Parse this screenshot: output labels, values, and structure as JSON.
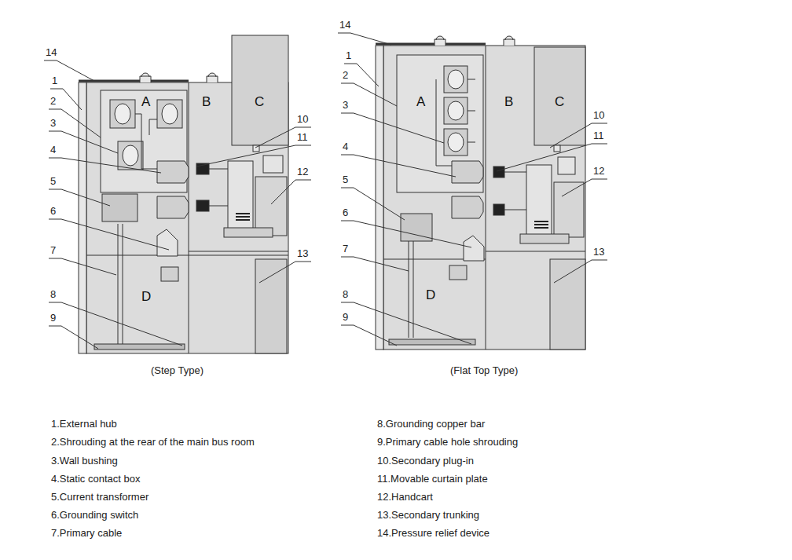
{
  "diagram": {
    "labels": [
      "14",
      "1",
      "2",
      "3",
      "4",
      "5",
      "6",
      "7",
      "8",
      "9",
      "A",
      "B",
      "C",
      "D",
      "10",
      "11",
      "12",
      "13",
      "(Step Type)",
      "14",
      "1",
      "2",
      "3",
      "4",
      "5",
      "6",
      "7",
      "8",
      "9",
      "A",
      "B",
      "C",
      "D",
      "10",
      "11",
      "12",
      "13",
      "(Flat Top Type)",
      "1.External hub",
      "2.Shrouding at the rear of the main bus room",
      "3.Wall bushing",
      "4.Static contact box",
      "5.Current transformer",
      "6.Grounding switch",
      "7.Primary cable",
      "8.Grounding copper bar",
      "9.Primary cable hole shrouding",
      "10.Secondary plug-in",
      "11.Movable curtain plate",
      "12.Handcart",
      "13.Secondary trunking",
      "14.Pressure relief device"
    ]
  }
}
